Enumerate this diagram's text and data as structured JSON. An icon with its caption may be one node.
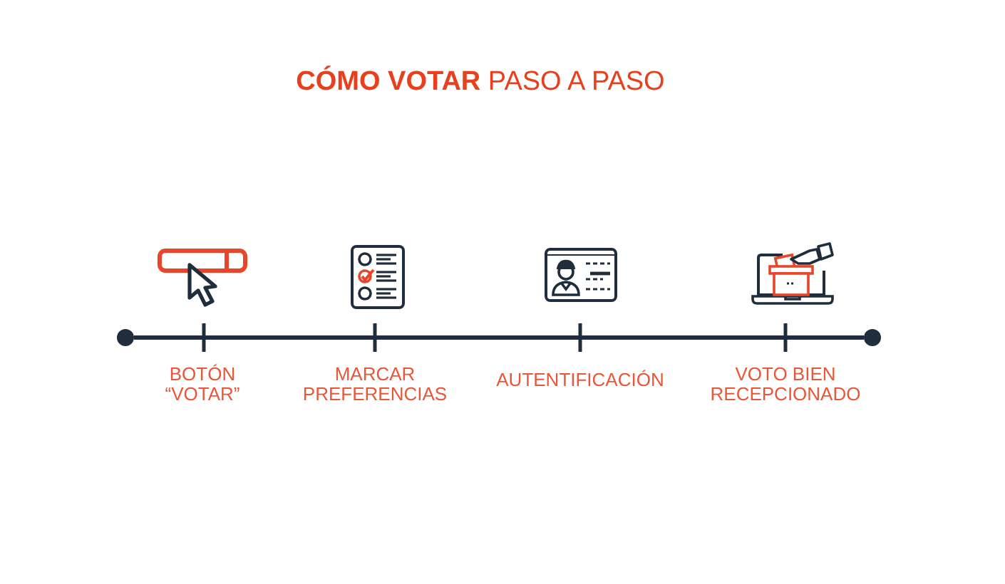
{
  "diagram": {
    "title": "**CÓMO VOTAR** PASO A PASO",
    "nodes": [
      {
        "text": [],
        "shape": "circle"
      },
      {
        "text": [],
        "shape": "circle"
      }
    ],
    "edges": [
      {
        "from": 0,
        "to": 1,
        "arrow": "none"
      }
    ],
    "labels": [
      "BOTÓN “VOTAR”",
      "MARCAR PREFERENCIAS",
      "AUTENTIFICACIÓN",
      "VOTO BIEN RECEPCIONADO"
    ]
  }
}
